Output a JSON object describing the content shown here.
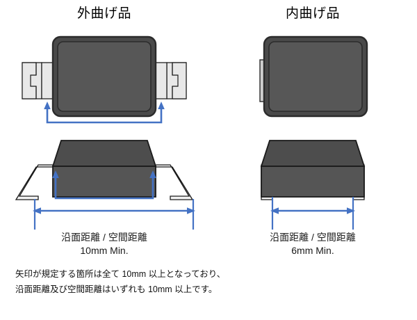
{
  "diagram": {
    "panels": [
      {
        "title": "外曲げ品",
        "lead_type": "outward-bent",
        "dimension": {
          "label": "沿面距離 / 空間距離",
          "value": "10mm Min."
        }
      },
      {
        "title": "内曲げ品",
        "lead_type": "inward-bent",
        "dimension": {
          "label": "沿面距離 / 空間距離",
          "value": "6mm Min."
        }
      }
    ],
    "footnote": {
      "line1": "矢印が規定する箇所は全て 10mm 以上となっており、",
      "line2": "沿面距離及び空間距離はいずれも 10mm 以上です。"
    },
    "colors": {
      "body_fill": "#555555",
      "body_top_fill": "#4d4d4d",
      "outline": "#1a1a1a",
      "lead_fill": "#e8e8e8",
      "arrow_blue": "#4472c4",
      "background": "#ffffff"
    }
  }
}
